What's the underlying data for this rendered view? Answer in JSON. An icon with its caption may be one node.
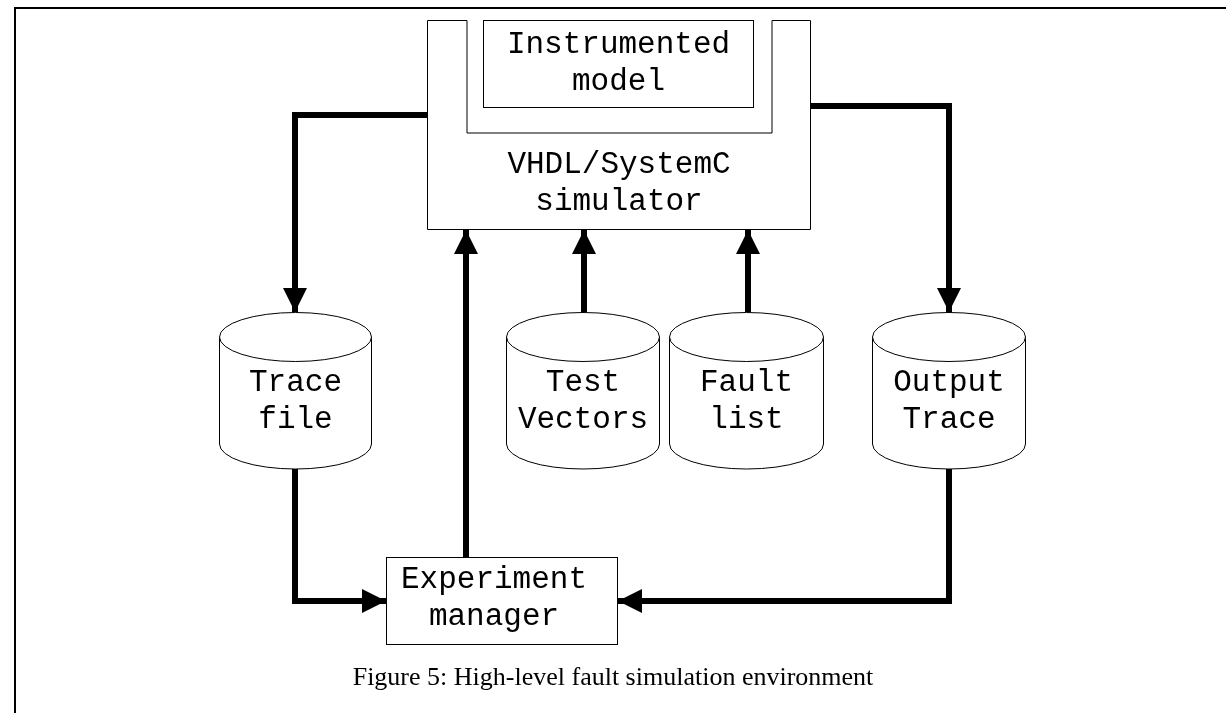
{
  "diagram": {
    "caption": "Figure 5: High-level fault simulation environment",
    "nodes": [
      {
        "text": [
          "VHDL/SystemC simulator"
        ]
      },
      {
        "text": [
          "Instrumented model"
        ],
        "in": 0
      },
      {
        "text": [
          "Trace file"
        ]
      },
      {
        "text": [
          "Test Vectors"
        ]
      },
      {
        "text": [
          "Fault list"
        ]
      },
      {
        "text": [
          "Output Trace"
        ]
      },
      {
        "text": [
          "Experiment manager"
        ]
      }
    ],
    "edges": [
      {
        "from": 0,
        "to": 2,
        "arrow": "to"
      },
      {
        "from": 0,
        "to": 5,
        "arrow": "to"
      },
      {
        "from": 3,
        "to": 0,
        "arrow": "to"
      },
      {
        "from": 4,
        "to": 0,
        "arrow": "to"
      },
      {
        "from": 6,
        "to": 0,
        "arrow": "to"
      },
      {
        "from": 2,
        "to": 6,
        "arrow": "to"
      },
      {
        "from": 5,
        "to": 6,
        "arrow": "to"
      }
    ]
  }
}
